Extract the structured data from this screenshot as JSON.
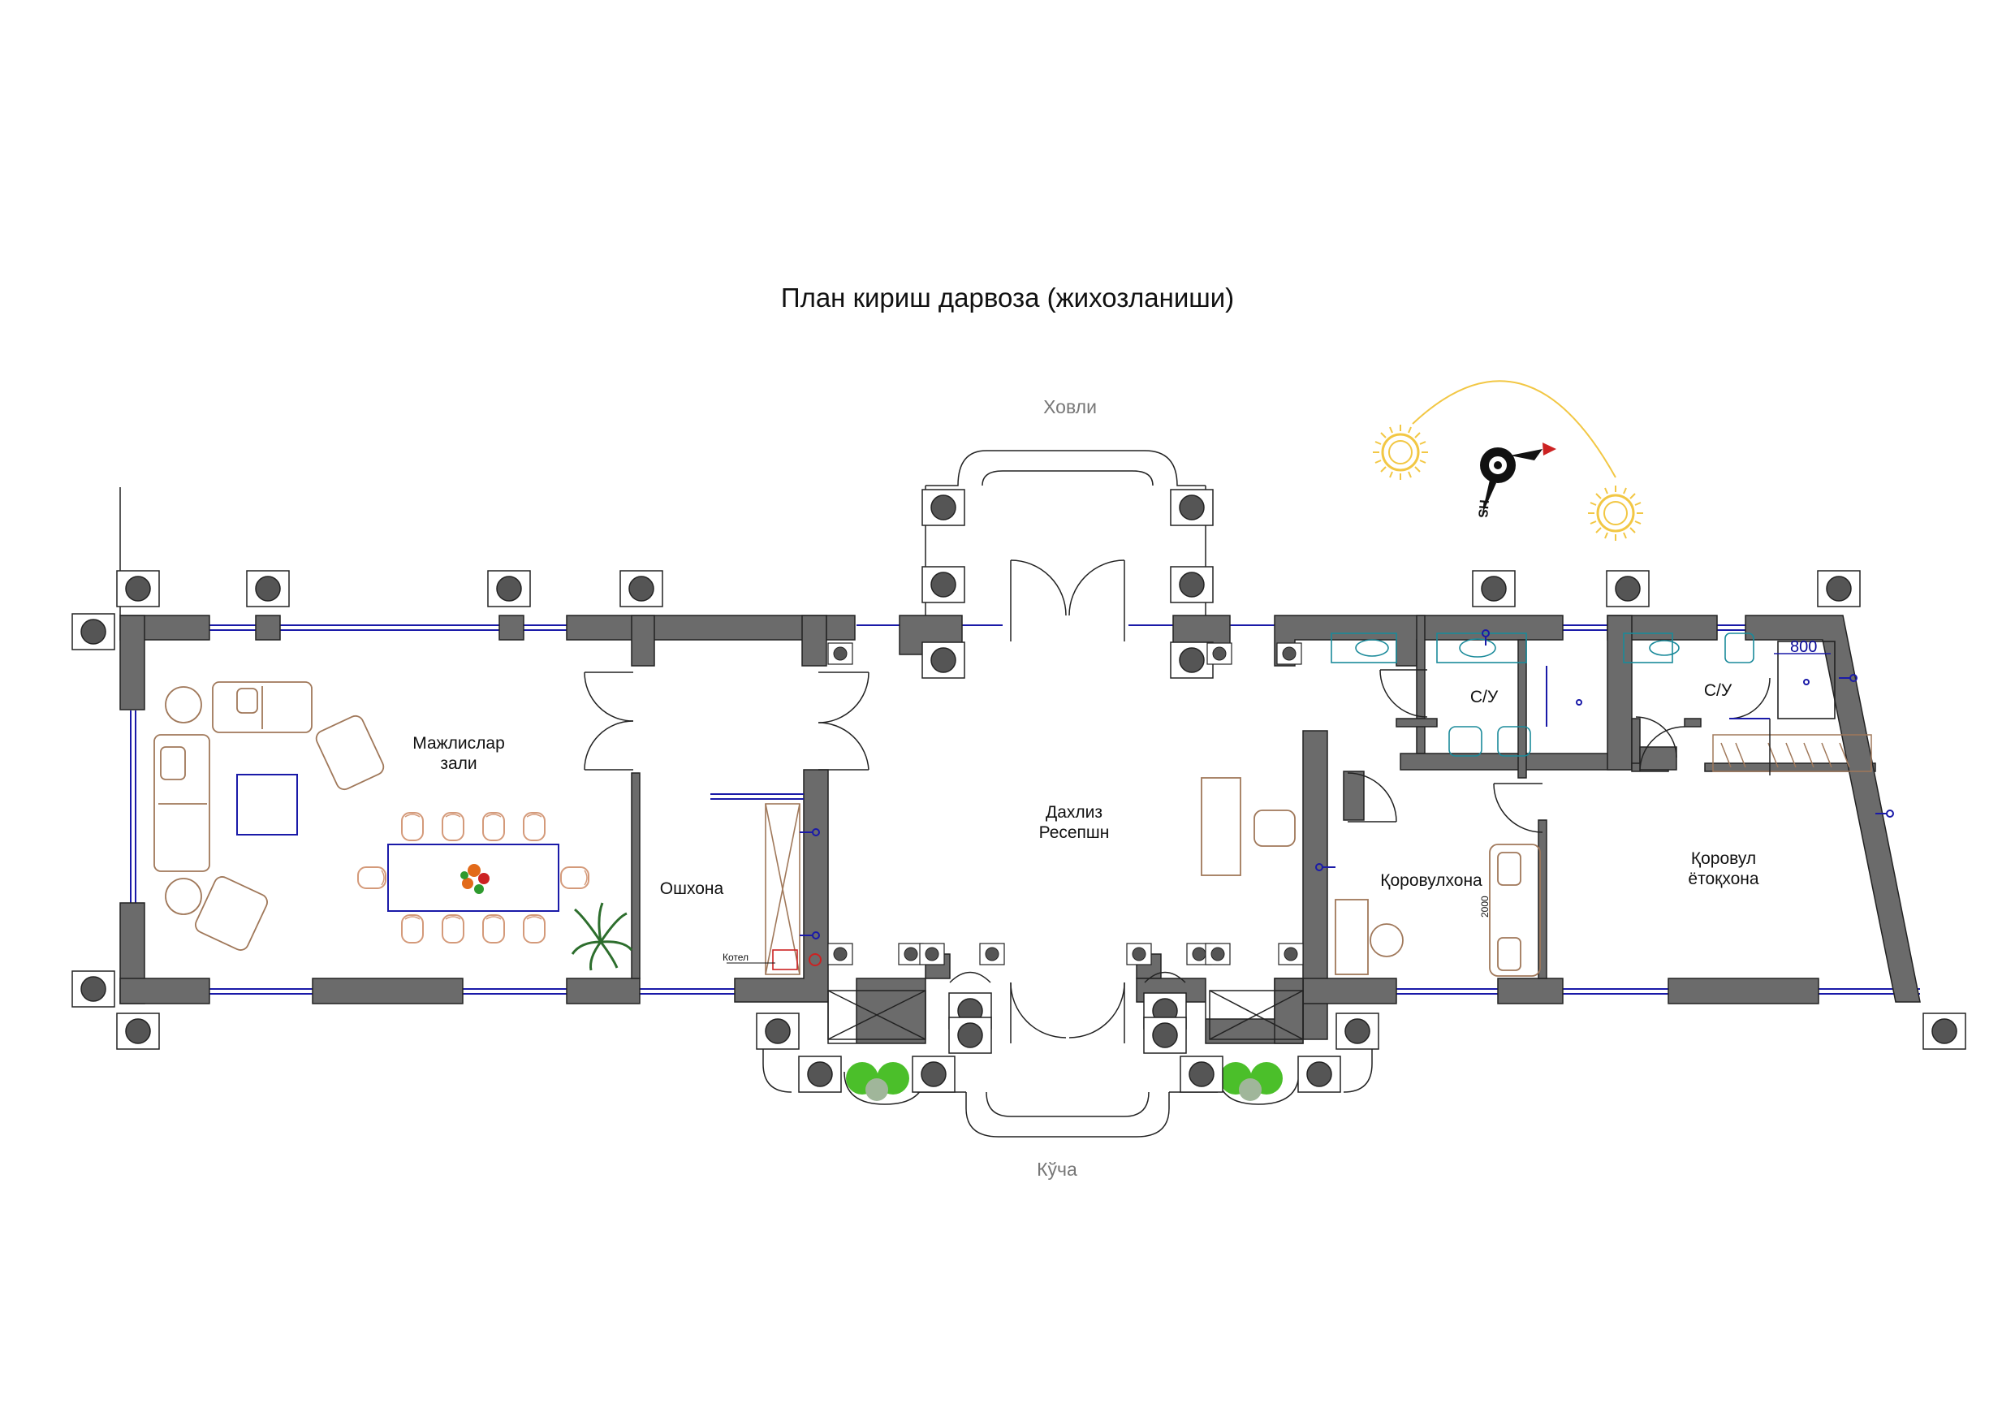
{
  "title": "План кириш дарвоза (жихозланиши)",
  "labels": {
    "top": "Ховли",
    "bottom": "Кўча"
  },
  "rooms": {
    "majlis_1": "Мажлислар",
    "majlis_2": "зали",
    "oshxona": "Ошхона",
    "dahliz_1": "Дахлиз",
    "dahliz_2": "Ресепшн",
    "korovulxona": "Қоровулхона",
    "su_1": "С/У",
    "su_2": "С/У",
    "korovul_1": "Қоровул",
    "korovul_2": "ётоқхона"
  },
  "annotations": {
    "kotel": "Котел",
    "width_800": "800",
    "sofa_2000": "2000"
  },
  "colors": {
    "wall": "#6b6b6b",
    "window": "#1a1aa8",
    "furniture": "#a0785a",
    "chair": "#d49a7a",
    "sun": "#f2c744",
    "accent": "#cc2222"
  },
  "icons": [
    "sun-icon",
    "compass-icon",
    "plant-icon",
    "column-icon",
    "sink-icon",
    "toilet-icon",
    "door-icon"
  ]
}
